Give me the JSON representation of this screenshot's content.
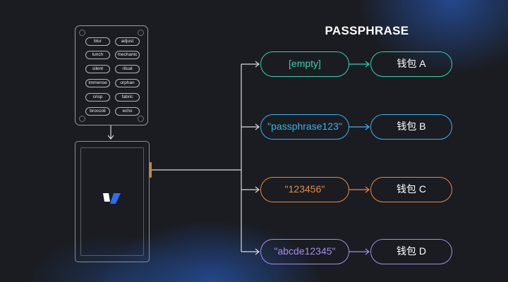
{
  "title": "PASSPHRASE",
  "seed_words": [
    [
      "blur",
      "adjust"
    ],
    [
      "lunch",
      "mechanic"
    ],
    [
      "silent",
      "ritual"
    ],
    [
      "immense",
      "orphan"
    ],
    [
      "crisp",
      "fabric"
    ],
    [
      "broccoli",
      "echo"
    ]
  ],
  "branches": [
    {
      "passphrase": "[empty]",
      "wallet": "钱包 A",
      "color": "#2fd3b0"
    },
    {
      "passphrase": "\"passphrase123\"",
      "wallet": "钱包 B",
      "color": "#35b6e8"
    },
    {
      "passphrase": "\"123456\"",
      "wallet": "钱包 C",
      "color": "#e88a3c"
    },
    {
      "passphrase": "\"abcde12345\"",
      "wallet": "钱包 D",
      "color": "#a58cf0"
    }
  ],
  "colors": {
    "wire": "#d8d9dc",
    "logo_white": "#ffffff",
    "logo_blue": "#2f6cf2"
  }
}
